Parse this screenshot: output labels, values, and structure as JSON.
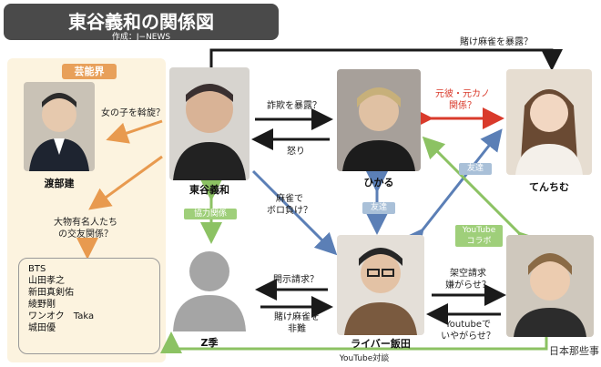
{
  "header": {
    "title": "東谷義和の関係図",
    "credit": "作成：J−NEWS"
  },
  "panel": {
    "badge": "芸能界"
  },
  "people": {
    "watabe": "渡部建",
    "higashitani": "東谷義和",
    "hikaru": "ひかる",
    "tenchimu": "てんちむ",
    "zki": "Z季",
    "iida": "ライバー飯田"
  },
  "labels": {
    "onna": "女の子を斡旋？",
    "celeb": "大物有名人たち\nの交友関係？",
    "kyoryoku": "協力関係",
    "sagi": "詐欺を暴露？",
    "ikari": "怒り",
    "kakeMahjong": "賭け麻雀を暴露？",
    "motokare": "元彼・元カノ\n関係？",
    "tomodachi1": "友達",
    "tomodachi2": "友達",
    "boromake": "麻雀で\nボロ負け？",
    "youtubeCollab": "YouTube\nコラボ",
    "kaiji": "開示請求？",
    "hinan": "賭け麻雀を\n非難",
    "kakuu": "架空請求\n嫌がらせ？",
    "iyagarase": "Youtubeで\nいやがらせ？",
    "taidan": "YouTube対談",
    "watermark": "日本那些事"
  },
  "celebs": [
    "BTS",
    "山田孝之",
    "新田真剣佑",
    "綾野剛",
    "ワンオク　Taka",
    "城田優"
  ],
  "colors": {
    "orange": "#e89a4f",
    "black": "#1a1a1a",
    "red": "#d93a2b",
    "blue": "#5b7fb6",
    "green": "#8cc263"
  }
}
